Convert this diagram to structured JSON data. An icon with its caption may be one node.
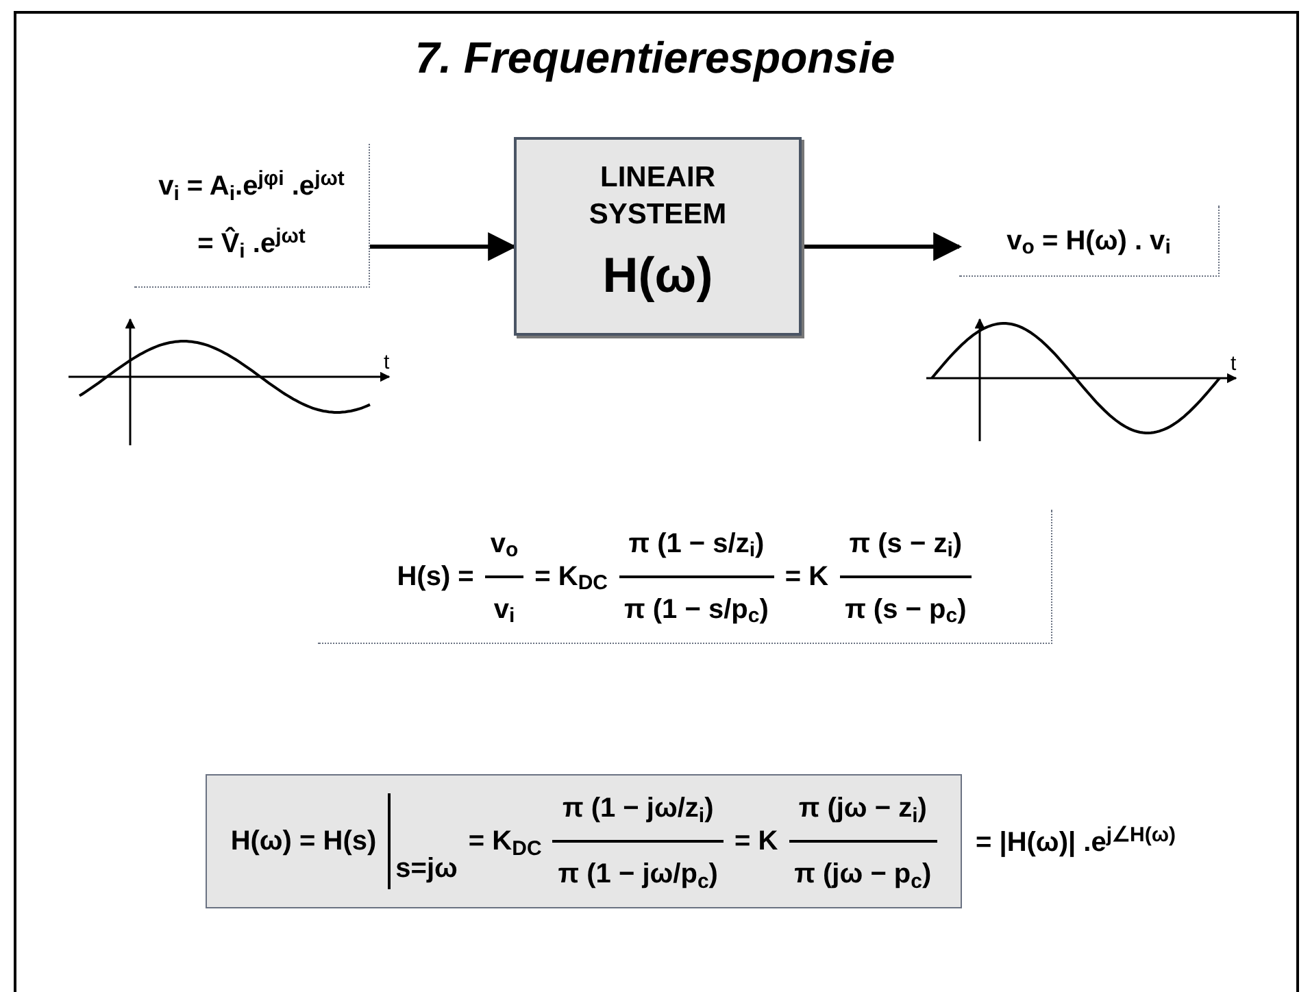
{
  "diagram": {
    "title": "7. Frequentieresponsie",
    "nodes": [
      {
        "text": [
          "v$_{i}$ = A$_{i}$.e$^{jφi}$ .e$^{jωt}$",
          "= V̂$_{i}$ .e$^{jωt}$"
        ]
      },
      {
        "text": [
          "LINEAIR SYSTEEM",
          "H(ω)"
        ]
      },
      {
        "text": [
          "v$_{o}$ = H(ω) . v$_{i}$"
        ]
      },
      {
        "text": [
          "H(s) =",
          "v$_{o}$",
          "v$_{i}$",
          "= K$_{DC}$",
          "π (1 − s/z$_{i}$)",
          "π (1 − s/p$_{c}$)",
          "= K",
          "π (s − z$_{i}$)",
          "π (s − p$_{c}$)"
        ]
      },
      {
        "text": [
          "H(ω) = H(s)",
          "s=jω",
          "= K$_{DC}$",
          "π (1 − jω/z$_{i}$)",
          "π (1 − jω/p$_{c}$)",
          "= K",
          "π (jω − z$_{i}$)",
          "π (jω − p$_{c}$)"
        ],
        "beside": [
          "= |H(ω)| .e$^{j∠H(ω)}$"
        ]
      }
    ],
    "edges": [
      {
        "from": 0,
        "to": 1,
        "arrow": "to"
      },
      {
        "from": 1,
        "to": 2,
        "arrow": "to"
      }
    ],
    "labels": [
      "t",
      "t"
    ]
  }
}
